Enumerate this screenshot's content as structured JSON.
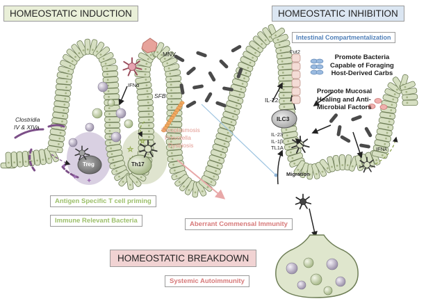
{
  "titles": {
    "induction": "HOMEOSTATIC INDUCTION",
    "inhibition": "HOMEOSTATIC INHIBITION",
    "breakdown": "HOMEOSTATIC BREAKDOWN"
  },
  "boxes": {
    "intestinal": "Intestinal Compartmentalization",
    "antigen": "Antigen Specific T cell priming",
    "immune": "Immune Relevant Bacteria",
    "aberrant": "Aberrant Commensal Immunity",
    "systemic": "Systemic Autoimmunity"
  },
  "labels": {
    "clostridia1": "Clostridia",
    "clostridia2": "IV & XIVa",
    "ifna": "IFNα",
    "mnv": "MNV",
    "sfb": "SFB",
    "treg": "Treg",
    "th17": "Th17",
    "toxo1": "Toxoplasmosis",
    "toxo2": "Prevotella",
    "toxo3": "Dysbiosis",
    "fut2": "Fut2",
    "il22": "IL-22",
    "promote1": [
      "Promote Bacteria",
      "Capable of Foraging",
      "Host-Derived Carbs"
    ],
    "promote2": [
      "Promote Mucosal",
      "Healing and Anti-",
      "Microbial Factors"
    ],
    "ilc3": "ILC3",
    "cytokines": [
      "IL-23",
      "IL-1β",
      "TL1A"
    ],
    "ifnl": "IFNλ",
    "migration": "Migration"
  },
  "colors": {
    "cell_fill": "#d6dfc2",
    "cell_stroke": "#6d7d55",
    "title_bg_green": "#e9efd8",
    "title_bg_blue": "#dbe6f2",
    "title_bg_red": "#f1d3d3",
    "box_green_text": "#9cbf6a",
    "box_blue_text": "#4f7fb8",
    "box_red_text": "#d77a7a",
    "treg_zone": "#d9d0e2",
    "th17_zone": "#dfe4cf",
    "treg_cell": "#8c8c8c",
    "sfb": "#f0a860",
    "virus": "#e39a92",
    "toxo_text": "#e39a92",
    "ilc3_cell": "#c7c7c7",
    "bacteria": "#4a4a4a",
    "clostridia": "#7c4f88"
  },
  "icons": [
    "dendritic-cell-icon",
    "bacteria-rod-icon",
    "virus-particle-icon",
    "immune-cell-sphere-icon",
    "arrow-icon",
    "lymph-node-icon"
  ]
}
